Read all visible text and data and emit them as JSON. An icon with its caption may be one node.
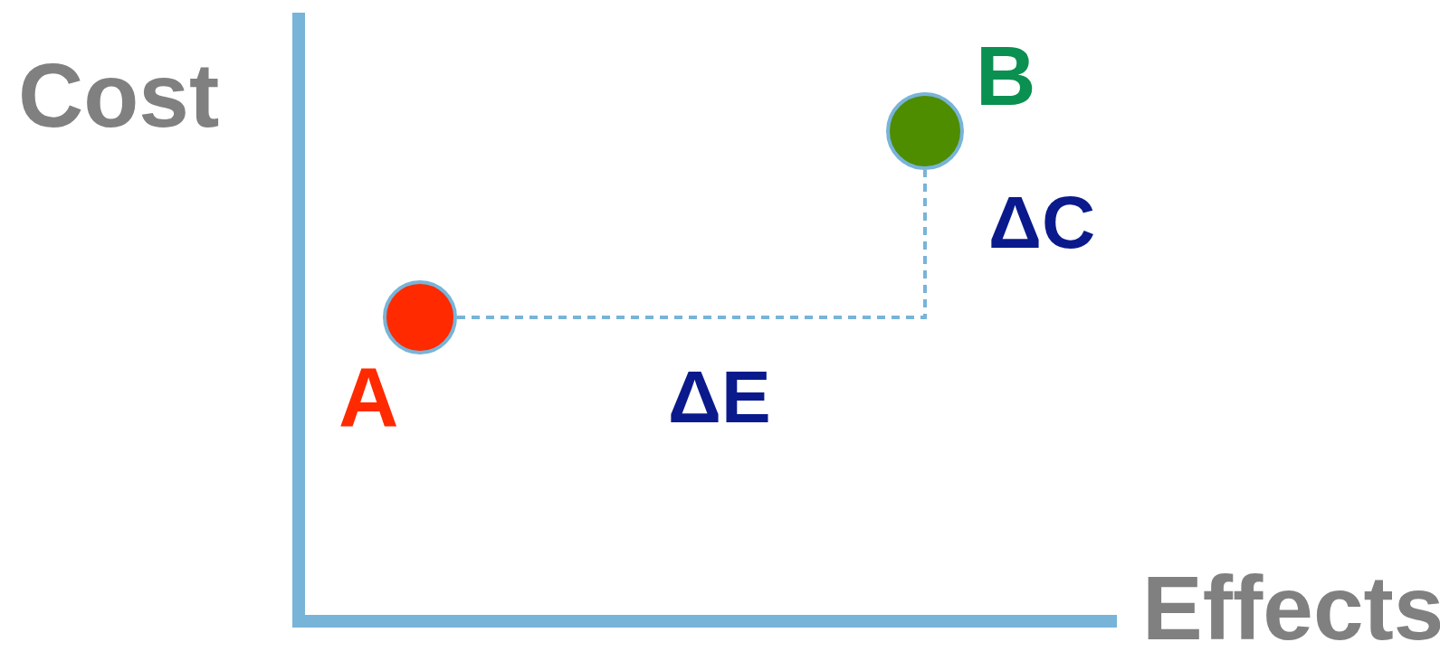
{
  "diagram": {
    "nodes": [
      {
        "text": [],
        "shape": "circle",
        "beside": [
          "A"
        ]
      },
      {
        "text": [],
        "shape": "circle",
        "beside": [
          "B"
        ]
      }
    ],
    "edges": [
      {
        "from": 0,
        "to": 1,
        "arrow": "none",
        "style": "dashed"
      }
    ],
    "labels": [
      "Cost",
      "Effects",
      "ΔE",
      "ΔC"
    ]
  }
}
